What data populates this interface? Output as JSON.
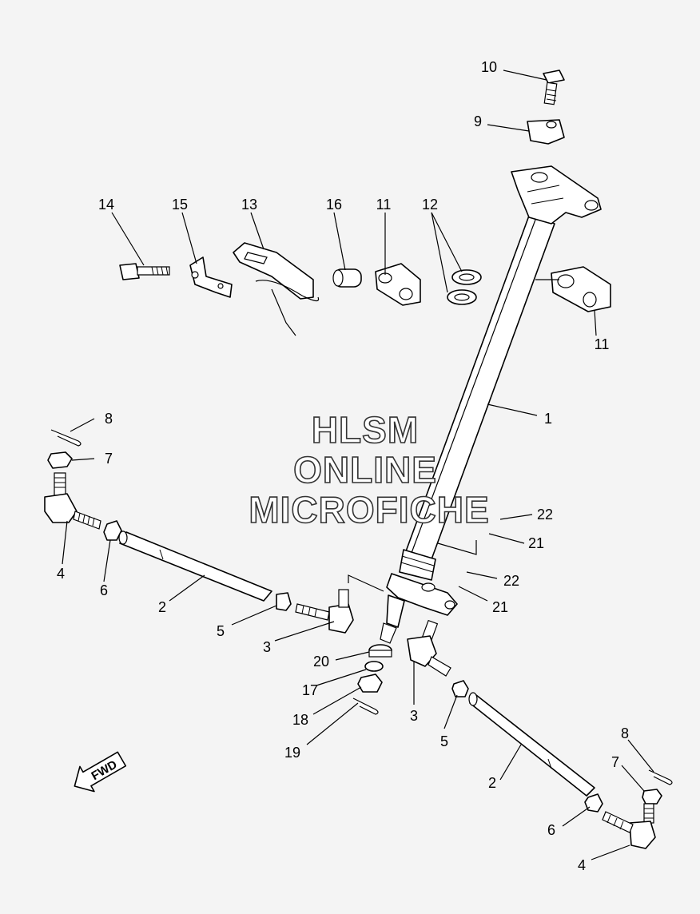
{
  "watermark": {
    "line1": "HLSM",
    "line2": "ONLINE",
    "line3": "MICROFICHE"
  },
  "fwd_label": "FWD",
  "callouts": {
    "c1": "1",
    "c2a": "2",
    "c2b": "2",
    "c3a": "3",
    "c3b": "3",
    "c4a": "4",
    "c4b": "4",
    "c5a": "5",
    "c5b": "5",
    "c6a": "6",
    "c6b": "6",
    "c7a": "7",
    "c7b": "7",
    "c8a": "8",
    "c8b": "8",
    "c9": "9",
    "c10": "10",
    "c11a": "11",
    "c11b": "11",
    "c12": "12",
    "c13": "13",
    "c14": "14",
    "c15": "15",
    "c16": "16",
    "c17": "17",
    "c18": "18",
    "c19": "19",
    "c20": "20",
    "c21a": "21",
    "c21b": "21",
    "c22a": "22",
    "c22b": "22"
  }
}
